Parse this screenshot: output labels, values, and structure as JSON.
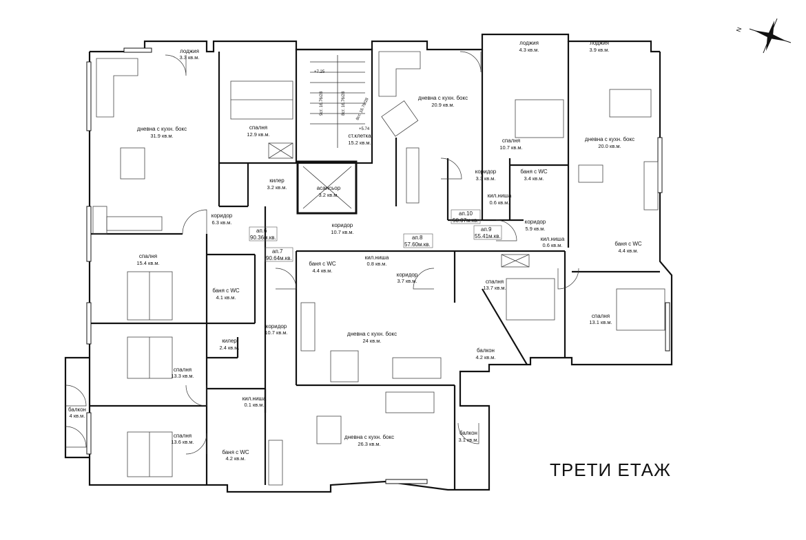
{
  "floor_title": "ТРЕТИ ЕТАЖ",
  "compass_label": "N",
  "rooms": [
    {
      "id": "logia-1",
      "name": "лоджия",
      "area": "3.3 кв.м."
    },
    {
      "id": "living-1",
      "name": "дневна с кухн. бокс",
      "area": "31.9 кв.м."
    },
    {
      "id": "bed-1",
      "name": "спалня",
      "area": "12.9 кв.м."
    },
    {
      "id": "pantry-1",
      "name": "килер",
      "area": "3.2 кв.м."
    },
    {
      "id": "stair",
      "name": "ст.клетка",
      "area": "15.2 кв.м."
    },
    {
      "id": "elevator",
      "name": "асансьор",
      "area": "3.2 кв.м."
    },
    {
      "id": "living-2",
      "name": "дневна с кухн. бокс",
      "area": "20.9 кв.м."
    },
    {
      "id": "logia-2",
      "name": "лоджия",
      "area": "4.3 кв.м."
    },
    {
      "id": "logia-3",
      "name": "лоджия",
      "area": "3.9 кв.м."
    },
    {
      "id": "bed-2",
      "name": "спалня",
      "area": "10.7 кв.м."
    },
    {
      "id": "living-3",
      "name": "дневна с кухн. бокс",
      "area": "20.0 кв.м."
    },
    {
      "id": "corr-1",
      "name": "коридор",
      "area": "3.3 кв.м."
    },
    {
      "id": "bath-1",
      "name": "баня с WC",
      "area": "3.4 кв.м."
    },
    {
      "id": "niche-1",
      "name": "кил.ниша",
      "area": "0.6 кв.м."
    },
    {
      "id": "corr-2",
      "name": "коридор",
      "area": "6.3 кв.м."
    },
    {
      "id": "corr-3",
      "name": "коридор",
      "area": "10.7 кв.м."
    },
    {
      "id": "corr-4",
      "name": "коридор",
      "area": "5.9 кв.м."
    },
    {
      "id": "niche-2",
      "name": "кил.ниша",
      "area": "0.6 кв.м."
    },
    {
      "id": "bath-2",
      "name": "баня с WC",
      "area": "4.4 кв.м."
    },
    {
      "id": "bed-3",
      "name": "спалня",
      "area": "15.4 кв.м."
    },
    {
      "id": "bath-3",
      "name": "баня с WC",
      "area": "4.1 кв.м."
    },
    {
      "id": "bath-4",
      "name": "баня с WC",
      "area": "4.4 кв.м."
    },
    {
      "id": "niche-3",
      "name": "кил.ниша",
      "area": "0.8 кв.м."
    },
    {
      "id": "corr-5",
      "name": "коридор",
      "area": "3.7 кв.м."
    },
    {
      "id": "bed-4",
      "name": "спалня",
      "area": "13.7 кв.м."
    },
    {
      "id": "bed-5",
      "name": "спалня",
      "area": "13.1 кв.м."
    },
    {
      "id": "corr-6",
      "name": "коридор",
      "area": "10.7 кв.м."
    },
    {
      "id": "pantry-2",
      "name": "килер",
      "area": "2.4 кв.м."
    },
    {
      "id": "living-4",
      "name": "дневна с кухн. бокс",
      "area": "24 кв.м."
    },
    {
      "id": "balcony-1",
      "name": "балкон",
      "area": "4.2 кв.м."
    },
    {
      "id": "bed-6",
      "name": "спалня",
      "area": "13.3 кв.м."
    },
    {
      "id": "balcony-2",
      "name": "балкон",
      "area": "4 кв.м."
    },
    {
      "id": "niche-4",
      "name": "кил.ниша",
      "area": "0.1 кв.м."
    },
    {
      "id": "bed-7",
      "name": "спалня",
      "area": "13.6 кв.м."
    },
    {
      "id": "bath-5",
      "name": "баня с WC",
      "area": "4.2 кв.м."
    },
    {
      "id": "living-5",
      "name": "дневна с кухн. бокс",
      "area": "26.3 кв.м."
    },
    {
      "id": "balcony-3",
      "name": "балкон",
      "area": "3.1 кв.м."
    }
  ],
  "apartments": [
    {
      "id": "ap6",
      "label": "ап.6",
      "area": "90.36м.кв."
    },
    {
      "id": "ap7",
      "label": "ап.7",
      "area": "90.64м.кв."
    },
    {
      "id": "ap8",
      "label": "ап.8",
      "area": "57.60м.кв."
    },
    {
      "id": "ap9",
      "label": "ап.9",
      "area": "55.41м.кв."
    },
    {
      "id": "ap10",
      "label": "ап.10",
      "area": "50.07м.кв."
    }
  ],
  "levels": {
    "top": "+7.25",
    "mid": "+5.74"
  },
  "stairs": {
    "a": "9ст. 16.76/28",
    "b": "8ст. 16.76/28",
    "c": "8ст. 16.76/28"
  }
}
